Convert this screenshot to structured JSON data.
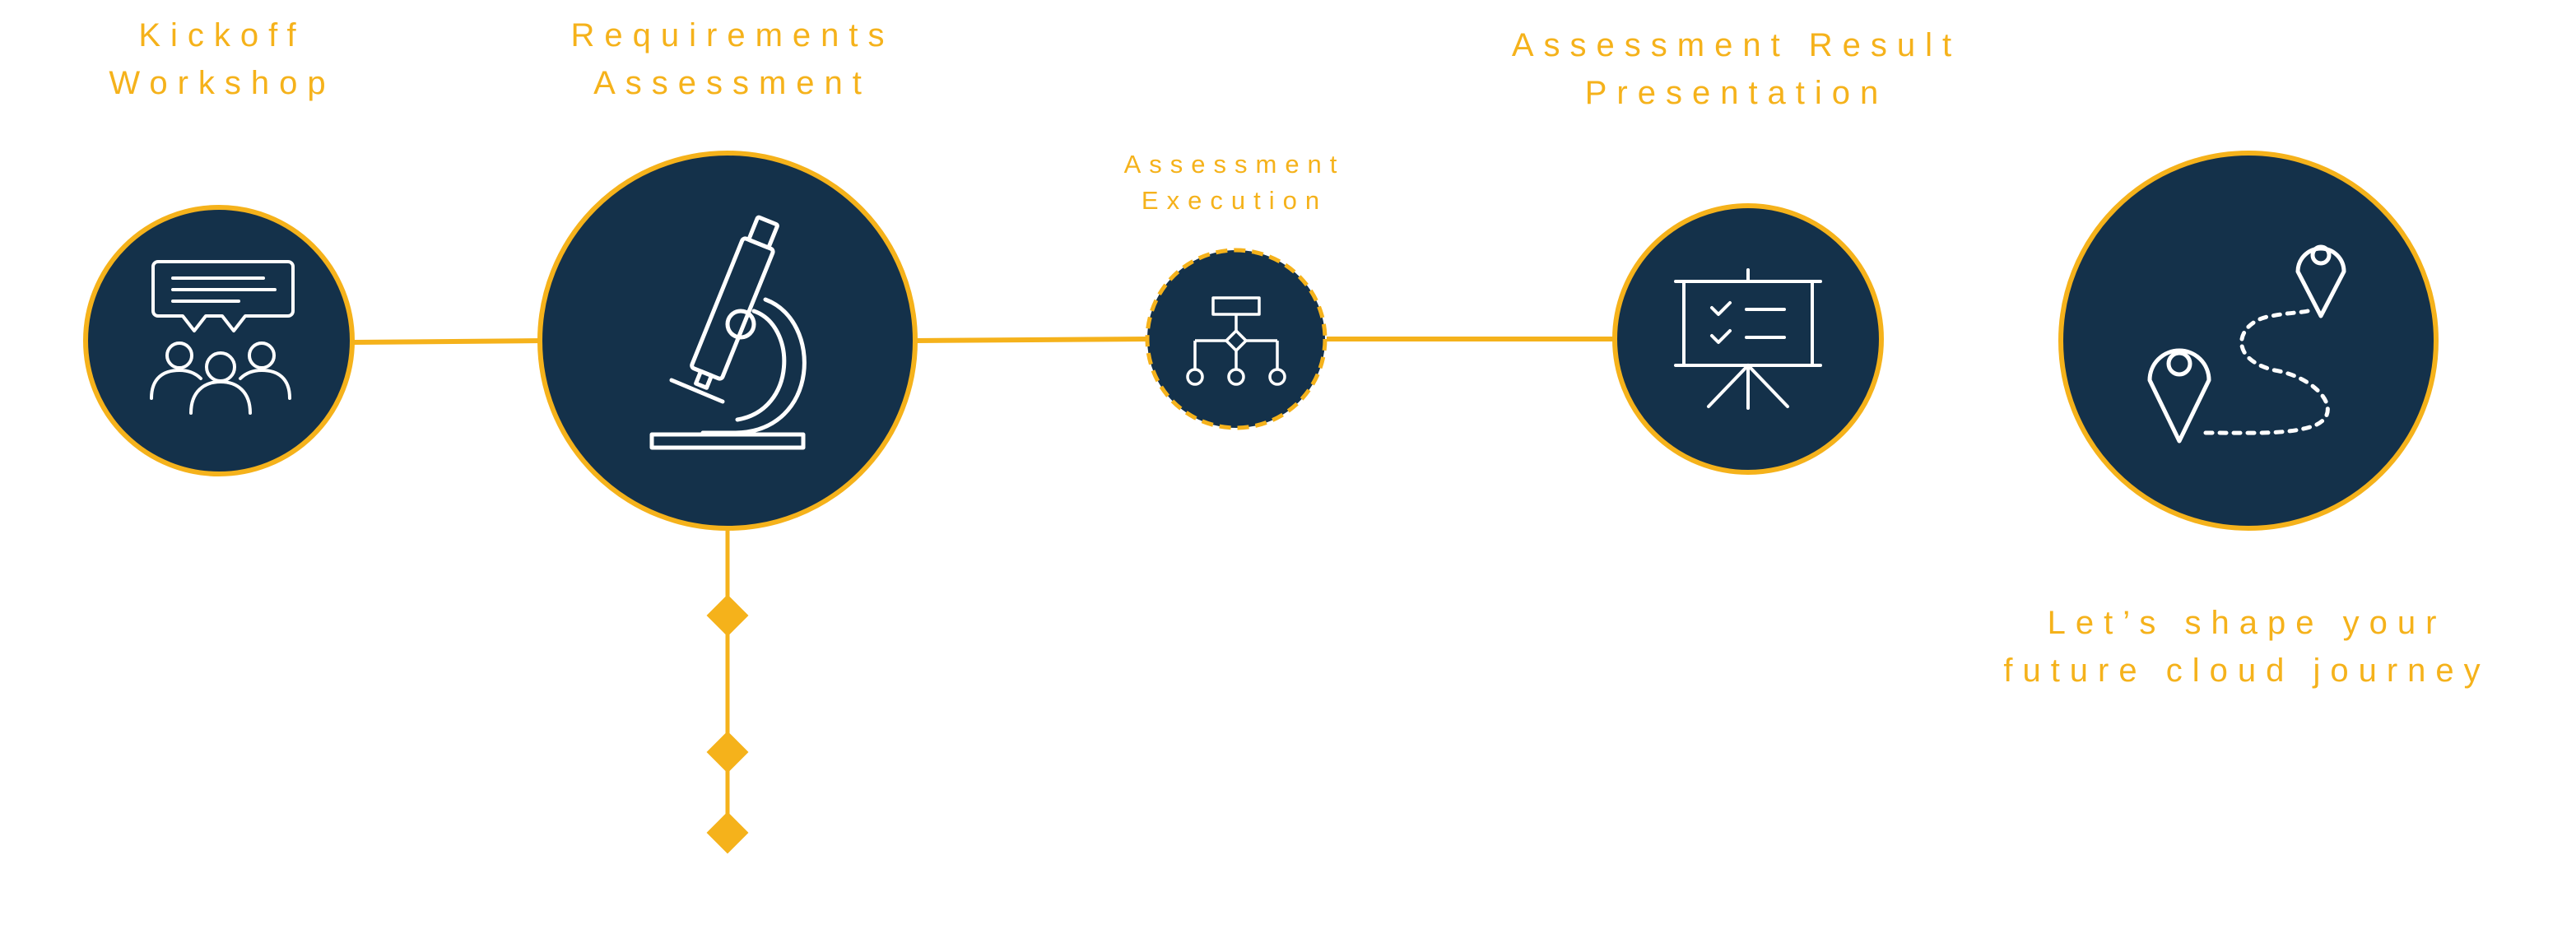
{
  "colors": {
    "accent": "#F5B21B",
    "node_fill": "#14314A",
    "icon_stroke": "#FFFFFF",
    "background": "#FFFFFF"
  },
  "stages": [
    {
      "id": "kickoff",
      "label_lines": [
        "Kickoff",
        "Workshop"
      ],
      "icon": "workshop-people-speech-icon"
    },
    {
      "id": "requirements",
      "label_lines": [
        "Requirements",
        "Assessment"
      ],
      "icon": "microscope-icon"
    },
    {
      "id": "execution",
      "label_lines": [
        "Assessment",
        "Execution"
      ],
      "icon": "flowchart-icon",
      "border": "dashed"
    },
    {
      "id": "result",
      "label_lines": [
        "Assessment Result",
        "Presentation"
      ],
      "icon": "presentation-board-checklist-icon"
    },
    {
      "id": "journey",
      "label_lines": [
        "Let’s shape your",
        "future cloud journey"
      ],
      "icon": "map-route-pins-icon"
    }
  ],
  "sub_milestones": 3
}
